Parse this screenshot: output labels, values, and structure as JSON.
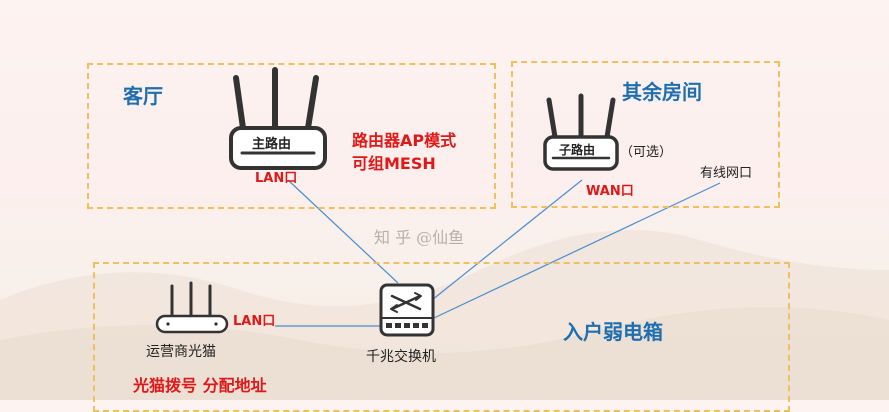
{
  "colors": {
    "zone_border": "#f0c060",
    "zone_title": "#1f6fb0",
    "red": "#e01818",
    "line": "#4a8ed0",
    "device": "#333333"
  },
  "zones": {
    "living_room": {
      "title": "客厅"
    },
    "other_rooms": {
      "title": "其余房间"
    },
    "panel": {
      "title": "入户弱电箱"
    }
  },
  "devices": {
    "main_router": {
      "label": "主路由",
      "port": "LAN口",
      "note_line1": "路由器AP模式",
      "note_line2": "可组MESH"
    },
    "sub_router": {
      "label": "子路由",
      "optional": "（可选）",
      "port": "WAN口"
    },
    "wired_port": {
      "label": "有线网口"
    },
    "modem": {
      "label": "运营商光猫",
      "port": "LAN口",
      "note": "光猫拨号 分配地址"
    },
    "switch": {
      "label": "千兆交换机"
    }
  },
  "watermark": "知 乎 @仙鱼"
}
